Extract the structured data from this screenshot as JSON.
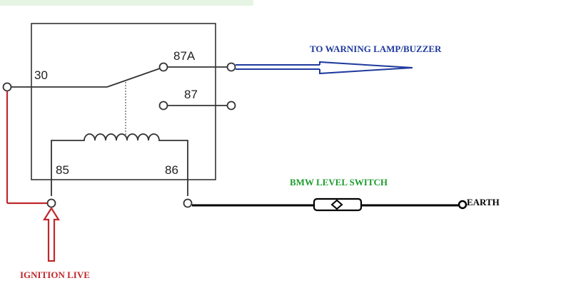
{
  "pins": {
    "p30": "30",
    "p87a": "87A",
    "p87": "87",
    "p85": "85",
    "p86": "86"
  },
  "labels": {
    "warning": "TO WARNING LAMP/BUZZER",
    "level_switch": "BMW  LEVEL SWITCH",
    "earth": "EARTH",
    "ignition": "IGNITION LIVE"
  },
  "colors": {
    "warning": "#1f3a9e",
    "level_switch": "#1e9b2e",
    "ignition": "#c0282b",
    "relay": "#333333",
    "wire": "#000000",
    "top_strip": "#e6f5e3"
  }
}
